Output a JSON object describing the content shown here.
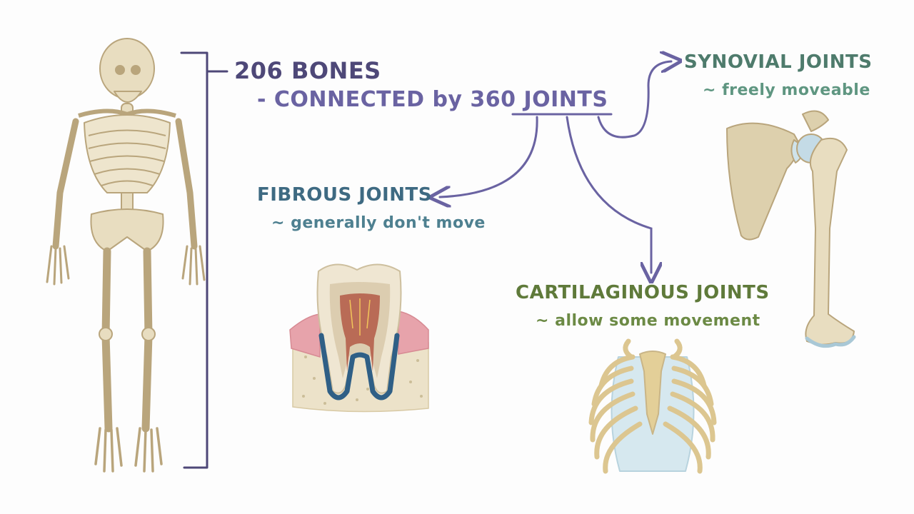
{
  "bones_heading": "206 BONES",
  "connected_prefix": "- CONNECTED by 360 ",
  "joints_word": "JOINTS",
  "synovial": {
    "title": "SYNOVIAL JOINTS",
    "subtitle": "~ freely moveable"
  },
  "fibrous": {
    "title": "FIBROUS JOINTS",
    "subtitle": "~ generally don't move"
  },
  "cartilaginous": {
    "title": "CARTILAGINOUS JOINTS",
    "subtitle": "~ allow some movement"
  },
  "colors": {
    "ink": "#4e4878",
    "arrow": "#6a63a2",
    "bone": "#e8ddc0",
    "bone_outline": "#b9a57c",
    "cartilage": "#cfe3ea",
    "gum": "#e7a3ab",
    "enamel": "#efe6d2",
    "pulp": "#b96b56",
    "ligament": "#2f5f86"
  }
}
